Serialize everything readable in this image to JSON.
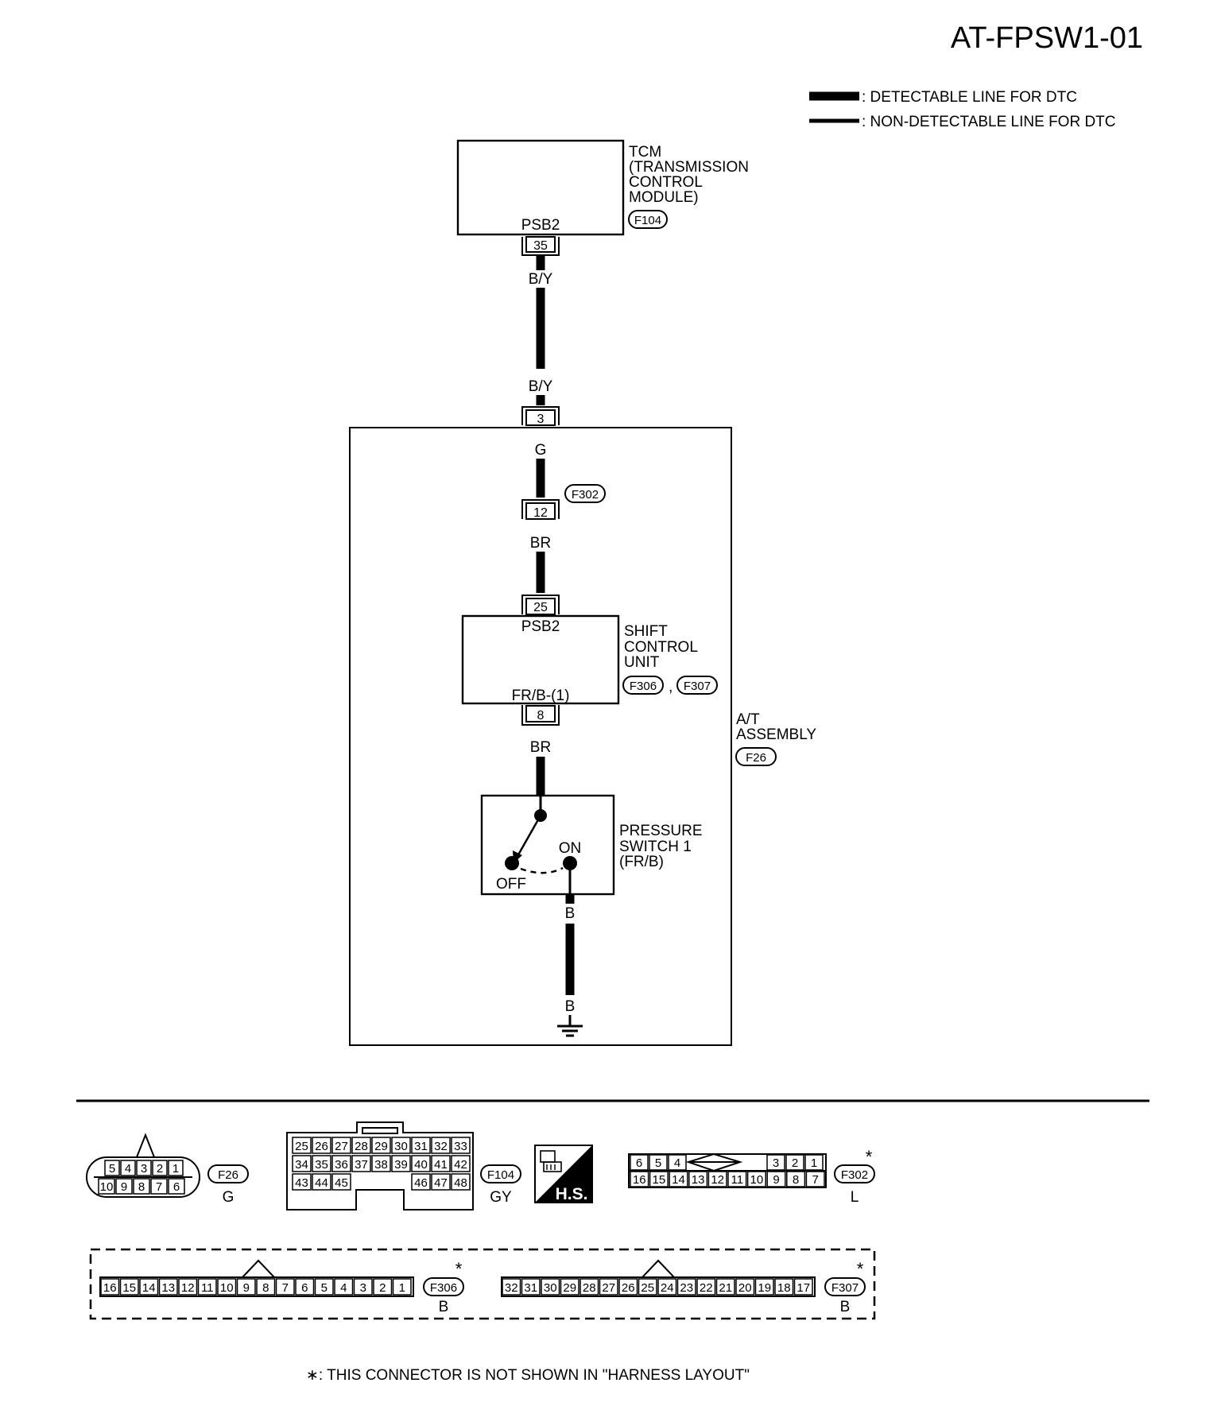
{
  "title": "AT-FPSW1-01",
  "legend": [
    {
      "label": ": DETECTABLE LINE FOR DTC"
    },
    {
      "label": ": NON-DETECTABLE LINE FOR DTC"
    }
  ],
  "tcm": {
    "lines": [
      "TCM",
      "(TRANSMISSION",
      " CONTROL",
      " MODULE)"
    ],
    "connector": "F104",
    "terminal_name": "PSB2",
    "pin": "35"
  },
  "wires": {
    "tcm_out": "B/Y",
    "tcm_in_assembly": "B/Y",
    "after_pin3": "G",
    "after_pin12": "BR",
    "after_pin8": "BR",
    "switch_out": "B",
    "ground": "B"
  },
  "assembly": {
    "lines": [
      "A/T",
      "ASSEMBLY"
    ],
    "connector": "F26",
    "entry_pin": "3"
  },
  "joint": {
    "connector": "F302",
    "pin": "12"
  },
  "shift_control_unit": {
    "lines": [
      "SHIFT",
      "CONTROL",
      "UNIT"
    ],
    "connectors": [
      "F306",
      "F307"
    ],
    "separator": ",",
    "top_terminal": "PSB2",
    "top_pin": "25",
    "bottom_terminal": "FR/B-(1)",
    "bottom_pin": "8"
  },
  "pressure_switch": {
    "lines": [
      "PRESSURE",
      "SWITCH 1",
      "(FR/B)"
    ],
    "on_label": "ON",
    "off_label": "OFF"
  },
  "connector_views": {
    "F26": {
      "id": "F26",
      "color": "G",
      "top": [
        "5",
        "4",
        "3",
        "2",
        "1"
      ],
      "bottom": [
        "10",
        "9",
        "8",
        "7",
        "6"
      ]
    },
    "F104": {
      "id": "F104",
      "color": "GY",
      "row1": [
        "25",
        "26",
        "27",
        "28",
        "29",
        "30",
        "31",
        "32",
        "33"
      ],
      "row2": [
        "34",
        "35",
        "36",
        "37",
        "38",
        "39",
        "40",
        "41",
        "42"
      ],
      "row3_left": [
        "43",
        "44",
        "45"
      ],
      "row3_right": [
        "46",
        "47",
        "48"
      ]
    },
    "hs_badge": "H.S.",
    "F302": {
      "id": "F302",
      "color": "L",
      "star": "*",
      "top_left": [
        "6",
        "5",
        "4"
      ],
      "top_right": [
        "3",
        "2",
        "1"
      ],
      "bottom": [
        "16",
        "15",
        "14",
        "13",
        "12",
        "11",
        "10",
        "9",
        "8",
        "7"
      ]
    },
    "F306": {
      "id": "F306",
      "color": "B",
      "star": "*",
      "pins": [
        "16",
        "15",
        "14",
        "13",
        "12",
        "11",
        "10",
        "9",
        "8",
        "7",
        "6",
        "5",
        "4",
        "3",
        "2",
        "1"
      ]
    },
    "F307": {
      "id": "F307",
      "color": "B",
      "star": "*",
      "pins": [
        "32",
        "31",
        "30",
        "29",
        "28",
        "27",
        "26",
        "25",
        "24",
        "23",
        "22",
        "21",
        "20",
        "19",
        "18",
        "17"
      ]
    }
  },
  "footnote": "∗: THIS CONNECTOR IS NOT SHOWN IN \"HARNESS LAYOUT\""
}
